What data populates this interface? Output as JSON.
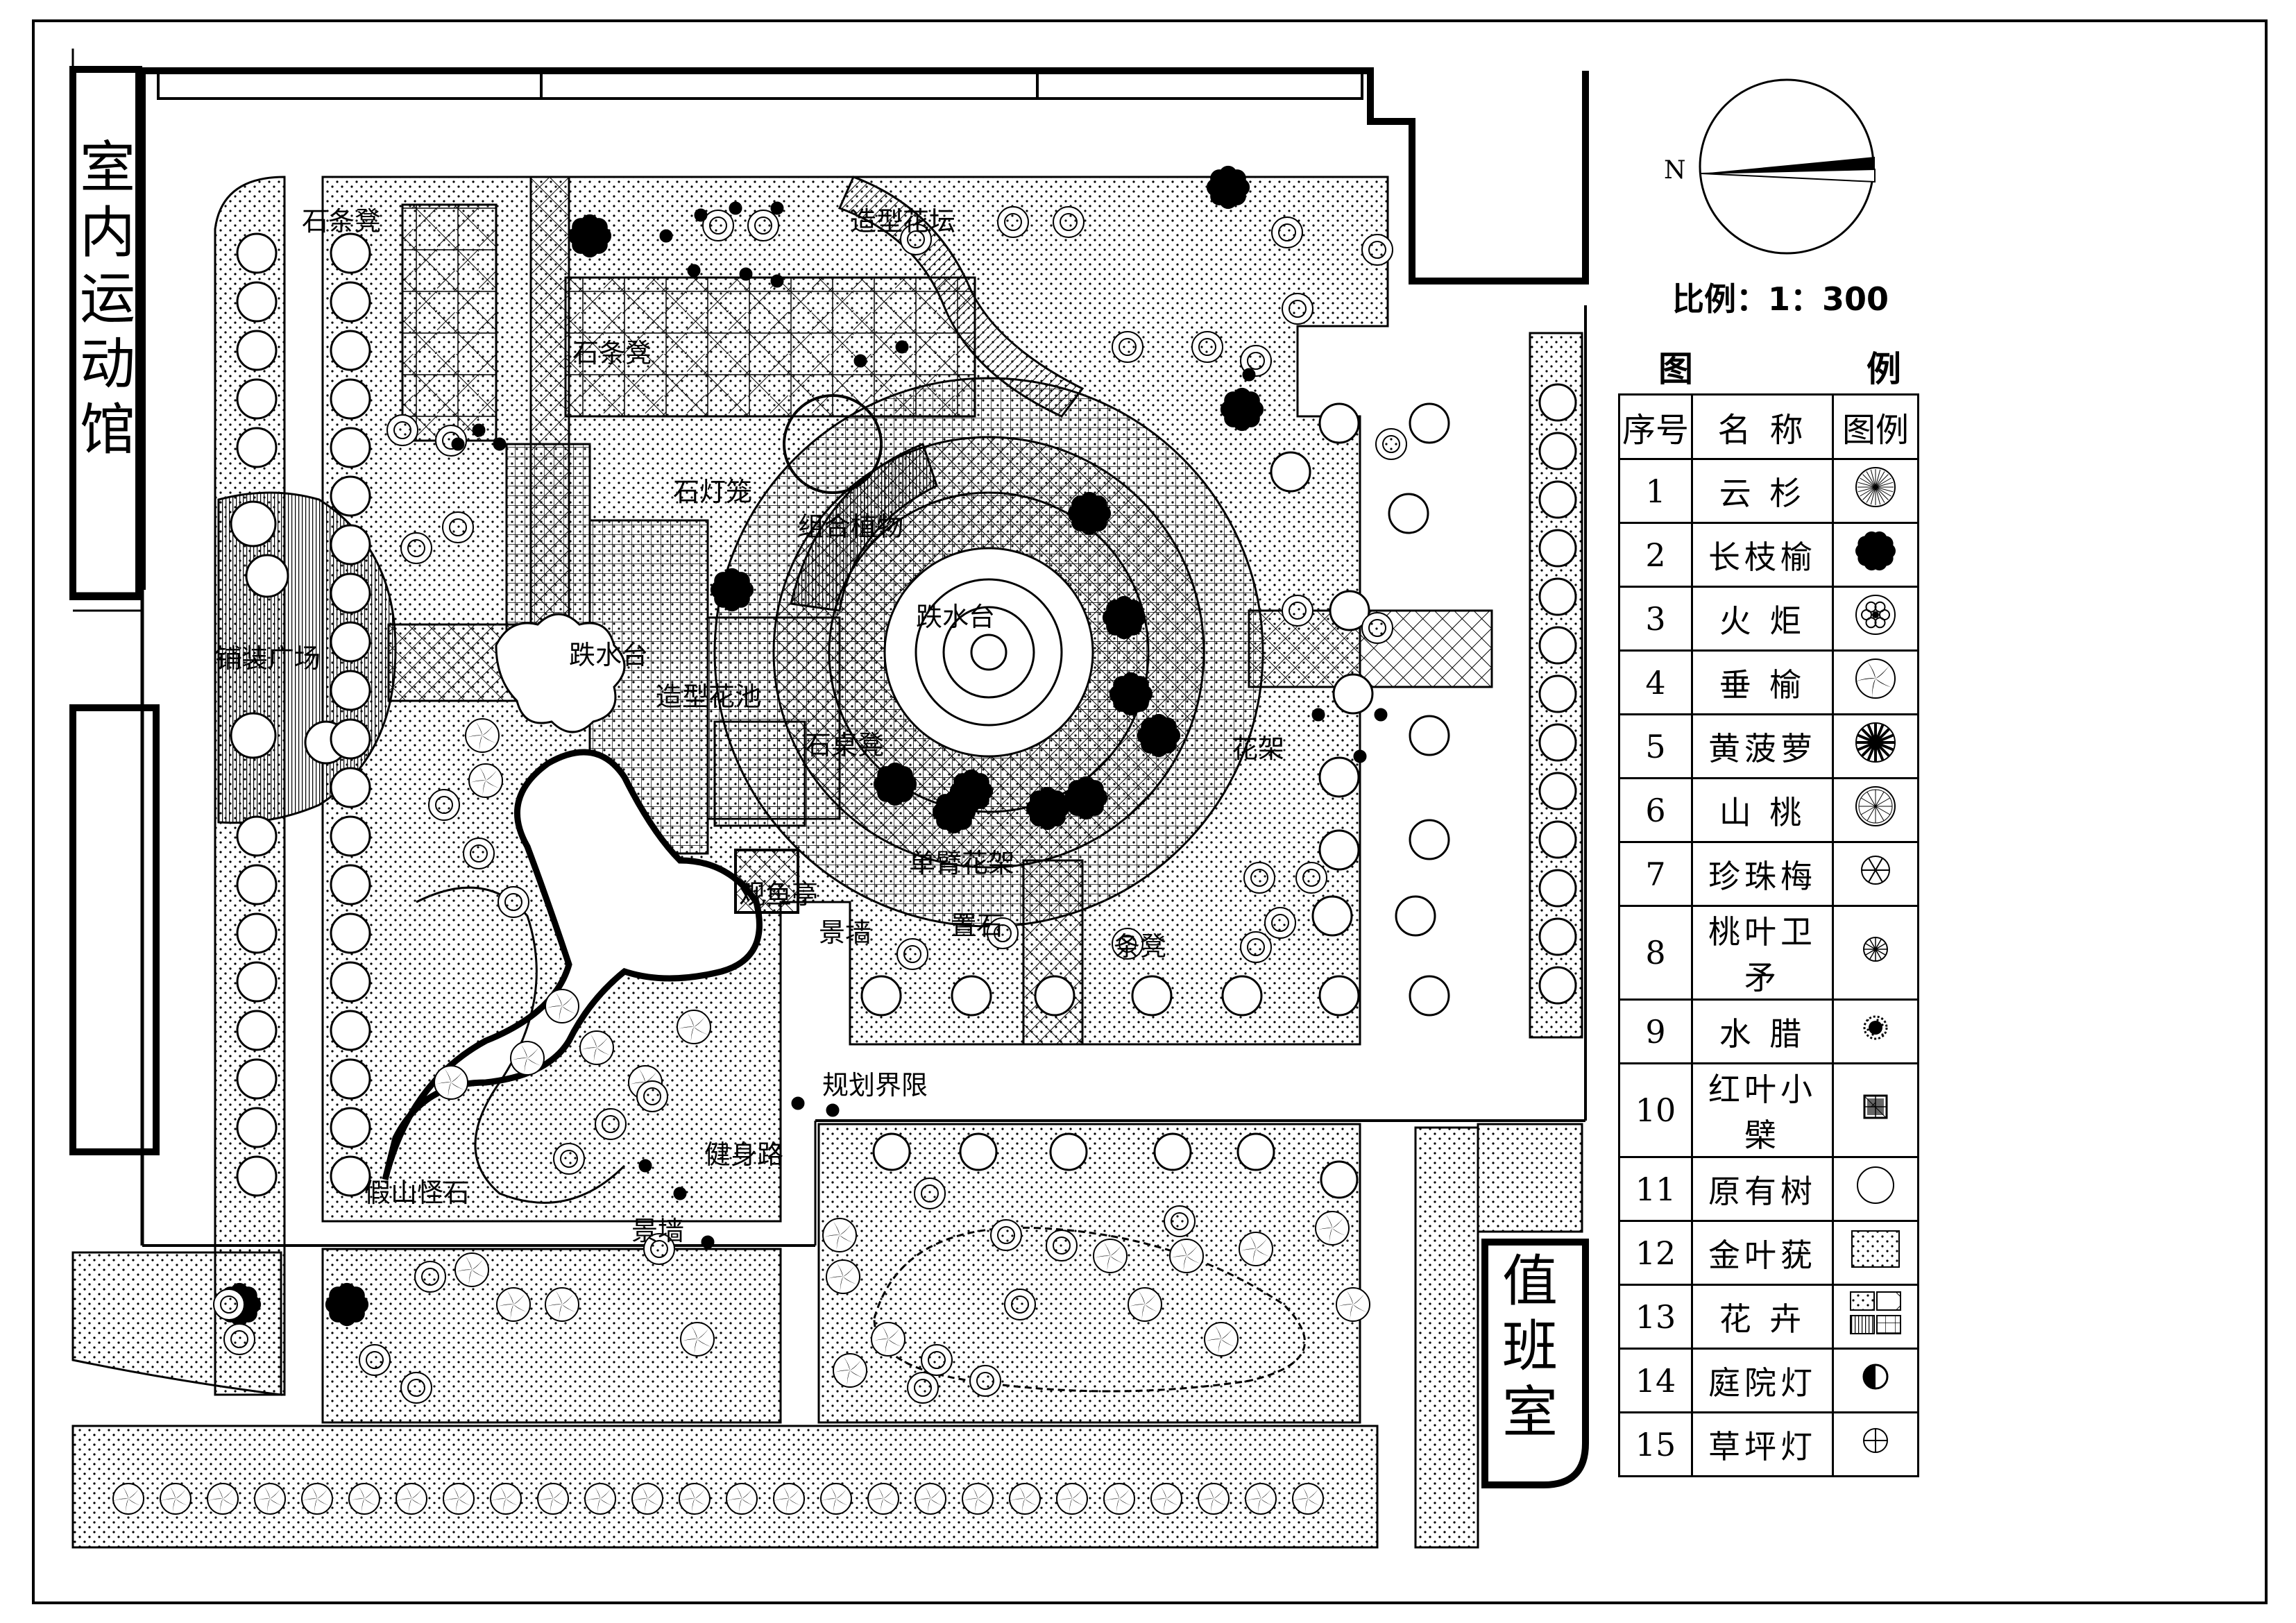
{
  "drawing": {
    "buildings": {
      "indoor_gym": "室内运动馆",
      "duty_room": "值班室"
    },
    "labels": [
      {
        "id": "stone-bench-top",
        "text": "石条凳"
      },
      {
        "id": "shaped-flower-bed",
        "text": "造型花坛"
      },
      {
        "id": "stone-bench-mid",
        "text": "石条凳"
      },
      {
        "id": "stone-lamp",
        "text": "石灯笼"
      },
      {
        "id": "shaped-plants",
        "text": "组合植物"
      },
      {
        "id": "paved-plaza",
        "text": "铺装广场"
      },
      {
        "id": "cascade-left",
        "text": "跌水台"
      },
      {
        "id": "cascade-center",
        "text": "跌水台"
      },
      {
        "id": "shaped-pool",
        "text": "造型花池"
      },
      {
        "id": "stone-table-bench",
        "text": "石桌凳"
      },
      {
        "id": "corridor",
        "text": "花架"
      },
      {
        "id": "cantilever-trellis",
        "text": "单臂花架"
      },
      {
        "id": "fish-pavilion",
        "text": "观鱼亭"
      },
      {
        "id": "landscape-wall-mid",
        "text": "景墙"
      },
      {
        "id": "placed-stone",
        "text": "置石"
      },
      {
        "id": "bench-right",
        "text": "条凳"
      },
      {
        "id": "planning-boundary",
        "text": "规划界限"
      },
      {
        "id": "fitness-path",
        "text": "健身路"
      },
      {
        "id": "rockery",
        "text": "假山怪石"
      },
      {
        "id": "landscape-wall-bottom",
        "text": "景墙"
      }
    ],
    "north_symbol": "N",
    "scale_text": "比例：1：300"
  },
  "legend": {
    "title_left": "图",
    "title_right": "例",
    "headers": [
      "序号",
      "名 称",
      "图例"
    ],
    "rows": [
      {
        "no": "1",
        "name": "云 杉",
        "icon": "spruce-icon"
      },
      {
        "no": "2",
        "name": "长枝榆",
        "icon": "long-branch-elm-icon"
      },
      {
        "no": "3",
        "name": "火 炬",
        "icon": "torch-tree-icon"
      },
      {
        "no": "4",
        "name": "垂 榆",
        "icon": "weeping-elm-icon"
      },
      {
        "no": "5",
        "name": "黄菠萝",
        "icon": "amur-cork-icon"
      },
      {
        "no": "6",
        "name": "山 桃",
        "icon": "mountain-peach-icon"
      },
      {
        "no": "7",
        "name": "珍珠梅",
        "icon": "pearl-plum-icon"
      },
      {
        "no": "8",
        "name": "桃叶卫矛",
        "icon": "euonymus-icon"
      },
      {
        "no": "9",
        "name": "水 腊",
        "icon": "privet-icon"
      },
      {
        "no": "10",
        "name": "红叶小檗",
        "icon": "barberry-icon"
      },
      {
        "no": "11",
        "name": "原有树",
        "icon": "existing-tree-icon"
      },
      {
        "no": "12",
        "name": "金叶莸",
        "icon": "caryopteris-icon"
      },
      {
        "no": "13",
        "name": "花 卉",
        "icon": "flowers-icon"
      },
      {
        "no": "14",
        "name": "庭院灯",
        "icon": "garden-lamp-icon"
      },
      {
        "no": "15",
        "name": "草坪灯",
        "icon": "lawn-lamp-icon"
      }
    ]
  }
}
